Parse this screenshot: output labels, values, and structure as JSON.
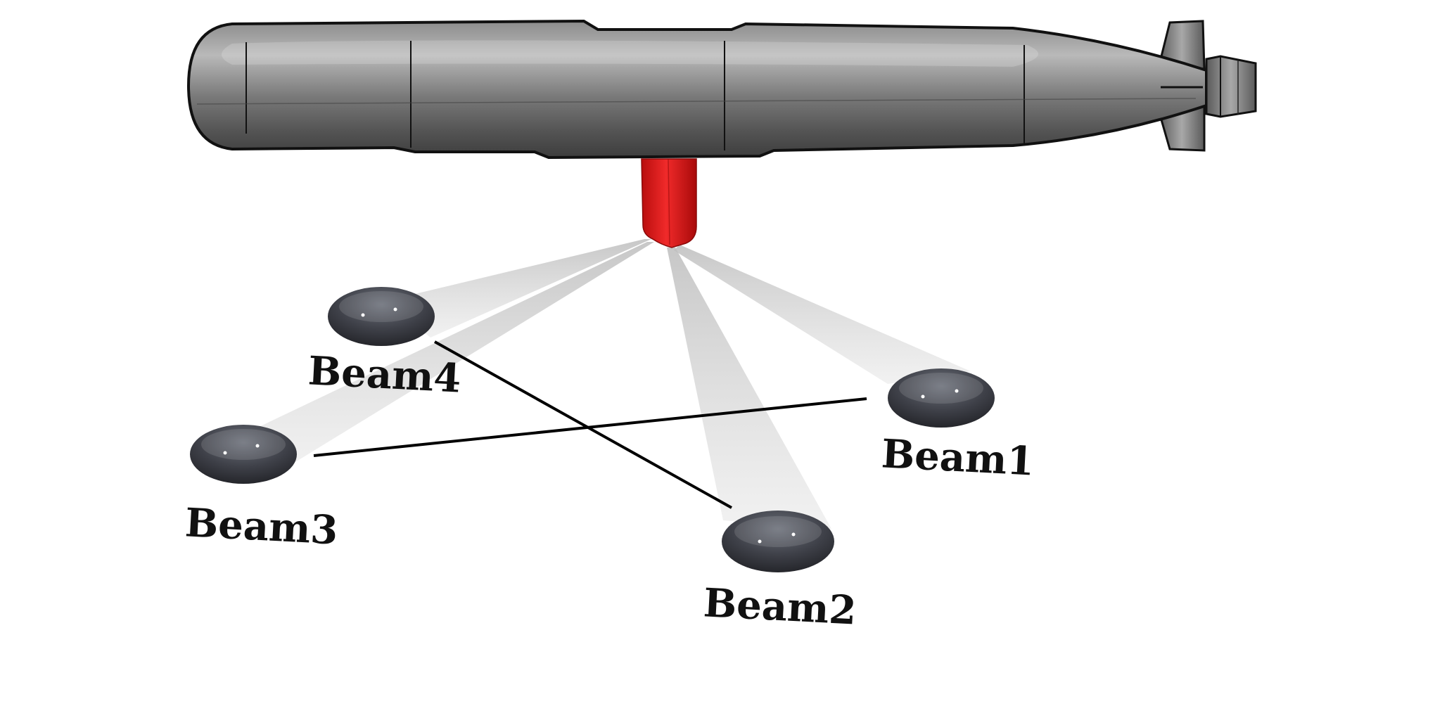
{
  "diagram": {
    "beams": [
      {
        "id": "beam1",
        "label": "Beam1"
      },
      {
        "id": "beam2",
        "label": "Beam2"
      },
      {
        "id": "beam3",
        "label": "Beam3"
      },
      {
        "id": "beam4",
        "label": "Beam4"
      }
    ],
    "colors": {
      "hull": "#6e6e6e",
      "hull_dark": "#3a3a3a",
      "hull_light": "#b5b5b5",
      "transducer": "#e01414",
      "beam_cone": "#d8d8d8",
      "footprint": "#3c3e45",
      "crossline": "#000000"
    }
  }
}
